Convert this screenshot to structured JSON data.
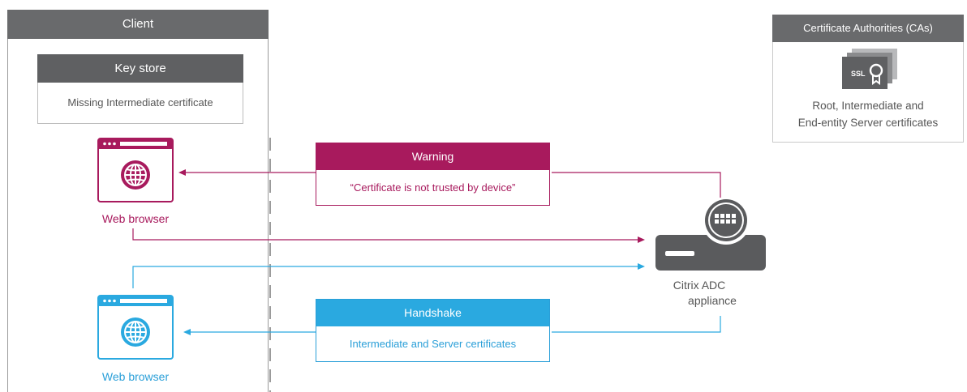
{
  "client": {
    "title": "Client",
    "key_store": {
      "title": "Key store",
      "content": "Missing Intermediate certificate"
    }
  },
  "ca": {
    "title": "Certificate Authorities (CAs)",
    "badge": "SSL",
    "text_line1": "Root, Intermediate and",
    "text_line2": "End-entity Server certificates"
  },
  "browser_top": {
    "label": "Web browser",
    "icon": "browser-globe-icon"
  },
  "browser_bottom": {
    "label": "Web browser",
    "icon": "browser-globe-icon"
  },
  "warning": {
    "title": "Warning",
    "message": "“Certificate is not trusted by device”"
  },
  "handshake": {
    "title": "Handshake",
    "message": "Intermediate and Server certificates"
  },
  "appliance": {
    "label_line1": "Citrix ADC",
    "label_line2": "appliance",
    "icon": "server-appliance-icon"
  },
  "colors": {
    "warning": "#a81a5d",
    "handshake": "#2aa9e0",
    "header_gray": "#696a6c",
    "appliance": "#5a5b5d"
  }
}
